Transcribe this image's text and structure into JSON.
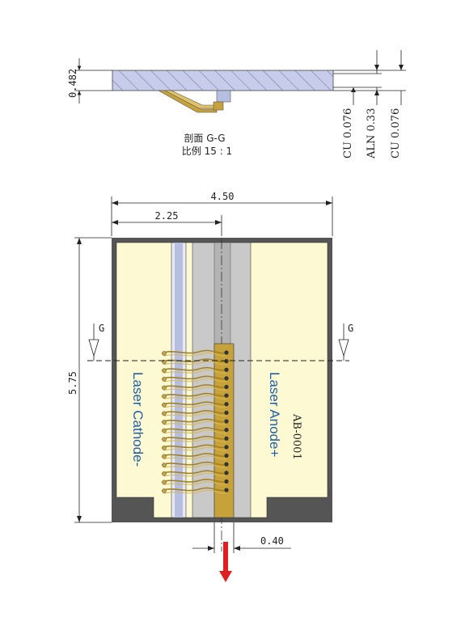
{
  "section": {
    "title": "剖面 G-G",
    "scale": "比例 15 : 1",
    "thickness": "0.482",
    "layers": [
      "CU 0.076",
      "ALN 0.33",
      "CU 0.076"
    ]
  },
  "plan": {
    "width_dim": "4.50",
    "center_dim": "2.25",
    "height_dim": "5.75",
    "pin_dim": "0.40",
    "section_mark": "G"
  },
  "labels": {
    "cathode": "Laser Cathode-",
    "anode": "Laser Anode+",
    "part_code": "AB-0001"
  },
  "colors": {
    "substrate": "#fdf9d2",
    "frame": "#555555",
    "strip": "#c9c9c9",
    "stripe": "#b7bfe0",
    "pad": "#c7a23a",
    "arrow": "#e02020",
    "label": "#1f5fa8"
  },
  "wire_count": 17
}
